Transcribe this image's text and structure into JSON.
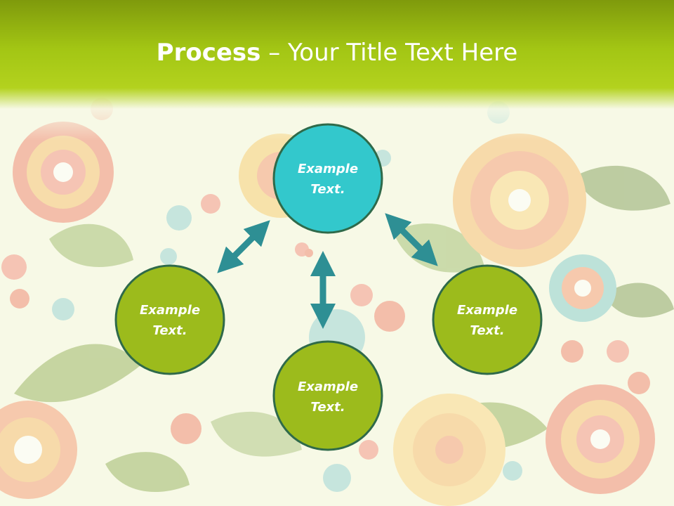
{
  "title": {
    "bold": "Process",
    "separator": " – ",
    "rest": "Your Title Text Here"
  },
  "colors": {
    "top_node": "#33c8cc",
    "other_nodes": "#9cbb1c",
    "node_stroke": "#2f6a4a",
    "arrow": "#2e8f94",
    "header": "#a3c614"
  },
  "nodes": [
    {
      "id": "top",
      "line1": "Example",
      "line2": "Text."
    },
    {
      "id": "left",
      "line1": "Example",
      "line2": "Text."
    },
    {
      "id": "bottom",
      "line1": "Example",
      "line2": "Text."
    },
    {
      "id": "right",
      "line1": "Example",
      "line2": "Text."
    }
  ]
}
